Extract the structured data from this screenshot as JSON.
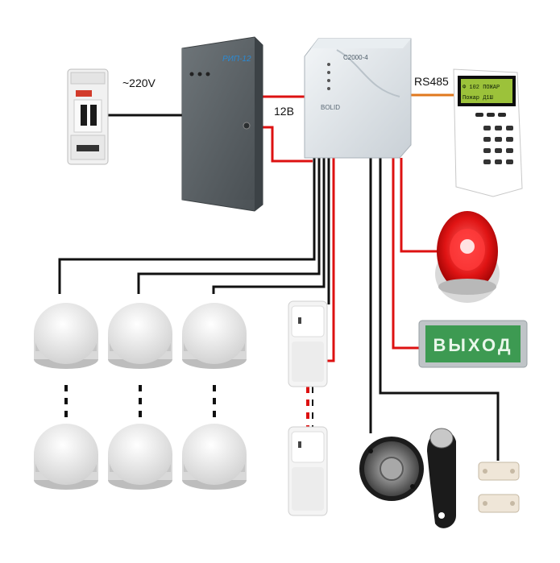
{
  "labels": {
    "mains_voltage": "~220V",
    "dc_voltage": "12В",
    "bus": "RS485"
  },
  "devices": {
    "power_supply_brand": "РИП-12",
    "controller_model": "С2000-4",
    "controller_brand": "BOLID",
    "keypad_display_line1": "Ф 102  ПОЖАР",
    "keypad_display_line2": "Пожар  Д1Ш",
    "exit_sign": "ВЫХОД"
  },
  "colors": {
    "wire_black": "#111111",
    "wire_red": "#dd1111",
    "wire_orange": "#e0781e",
    "sign_green": "#3d9a52",
    "lcd_green": "#9cc23a"
  }
}
